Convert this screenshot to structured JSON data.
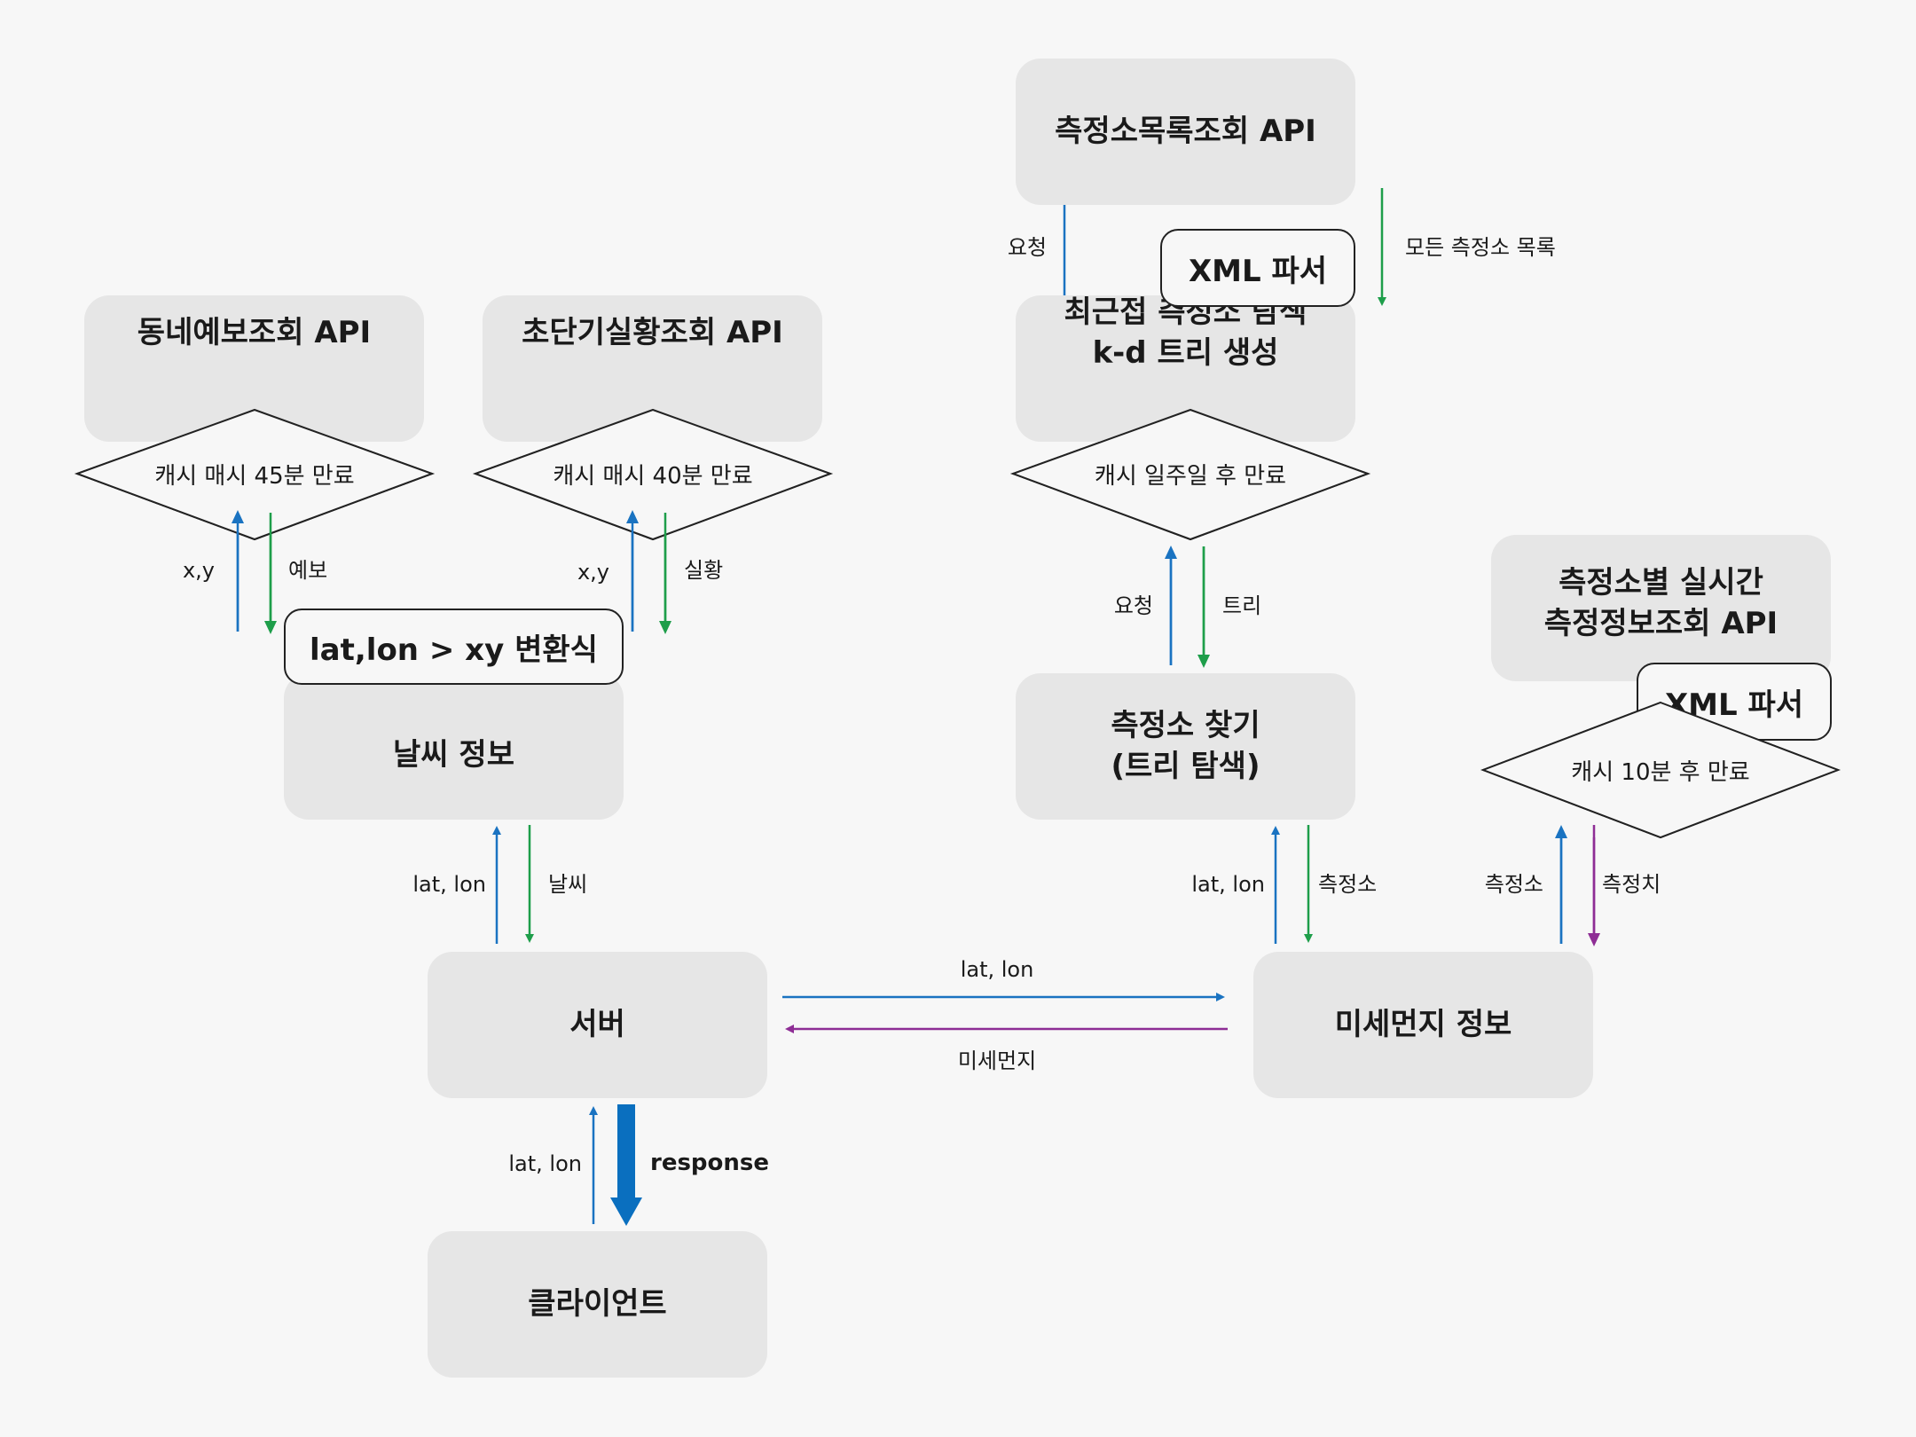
{
  "colors": {
    "background": "#f7f7f7",
    "box": "#e6e6e6",
    "request_arrow": "#1a73c1",
    "response_arrow": "#1e9e4a",
    "dust_arrow": "#8e2d95",
    "outline": "#222222"
  },
  "nodes": {
    "village_api": "동네예보조회 API",
    "ultra_api": "초단기실황조회 API",
    "station_list_api": "측정소목록조회 API",
    "nearest_station": "최근접 측정소 탐색\nk-d 트리 생성",
    "realtime_api": "측정소별 실시간\n측정정보조회 API",
    "weather_info": "날씨 정보",
    "find_station": "측정소 찾기\n(트리 탐색)",
    "server": "서버",
    "dust_info": "미세먼지 정보",
    "client": "클라이언트"
  },
  "tags": {
    "xml_parser_1": "XML 파서",
    "xml_parser_2": "XML 파서",
    "converter": "lat,lon > xy 변환식"
  },
  "caches": {
    "cache_45": "캐시 매시 45분 만료",
    "cache_40": "캐시 매시 40분 만료",
    "cache_week": "캐시 일주일 후 만료",
    "cache_10": "캐시 10분 후 만료"
  },
  "labels": {
    "xy_1": "x,y",
    "forecast": "예보",
    "xy_2": "x,y",
    "observed": "실황",
    "request_1": "요청",
    "all_stations": "모든 측정소 목록",
    "request_2": "요청",
    "tree": "트리",
    "latlon_weather": "lat, lon",
    "weather": "날씨",
    "latlon_station": "lat, lon",
    "station_1": "측정소",
    "station_2": "측정소",
    "measured": "측정치",
    "latlon_server": "lat, lon",
    "dust": "미세먼지",
    "latlon_client": "lat, lon",
    "response": "response"
  }
}
